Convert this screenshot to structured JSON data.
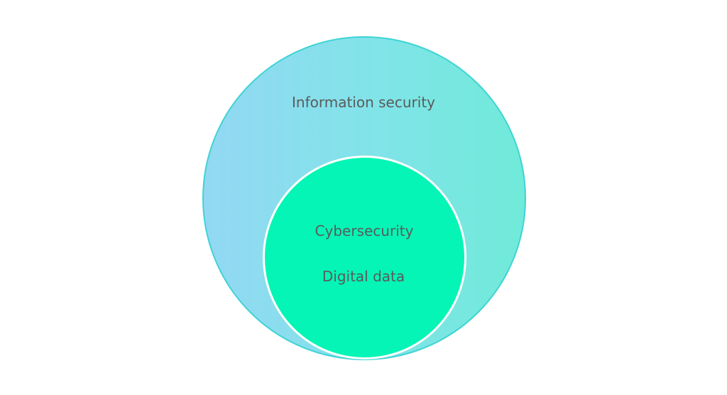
{
  "diagram": {
    "outer": {
      "label": "Information security",
      "fill_start": "#93d8f3",
      "fill_end": "#70ead9",
      "border": "#3fd3d4"
    },
    "inner": {
      "labels": [
        "Cybersecurity",
        "Digital data"
      ],
      "fill": "#05f5b6",
      "border": "#ffffff"
    },
    "text_color": "#5a5a5a"
  }
}
